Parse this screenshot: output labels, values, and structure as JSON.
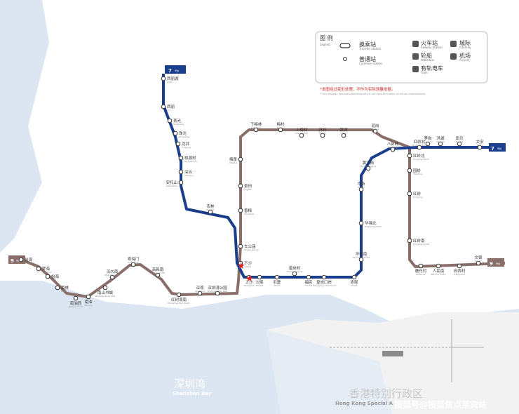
{
  "colors": {
    "line7": "#1a3e8c",
    "line9": "#8a6e6a",
    "sea": "#dbe6f2",
    "land_hk": "#f2f2f2",
    "star": "#e02020",
    "note": "#cc2222"
  },
  "legend": {
    "title": "图 例",
    "title_en": "Legend",
    "interchange": "换乘站",
    "interchange_en": "Transfer station",
    "normal": "普通站",
    "normal_en": "Common station",
    "railway": "火车站",
    "railway_en": "Railway Station",
    "ferry": "轮船",
    "ferry_en": "Waterbus",
    "tram": "有轨电车",
    "tram_en": "Tram",
    "intercity": "城际",
    "intercity_en": "Intercity",
    "airport": "机场",
    "airport_en": "Airport"
  },
  "note": {
    "cn": "*本图经过变形处理，不作为实际测量依据。",
    "en": "* This diagram has been deformed and is not used as a basis for actual measurement"
  },
  "line_badges": {
    "line7_label": "7",
    "line7_suffix": "号线",
    "line9_label": "9",
    "line9_suffix": "号线"
  },
  "regions": {
    "shenzhen_bay_cn": "深圳湾",
    "shenzhen_bay_en": "Shenzhen Bay",
    "hk_cn": "香港特别行政区",
    "hk_en": "Hong Kong Special A"
  },
  "watermark": "搜狐号@搜狐焦点莱宾站",
  "stations_line7": [
    {
      "cn": "西丽湖",
      "en": "Xilihu"
    },
    {
      "cn": "西丽",
      "en": "Xili"
    },
    {
      "cn": "茶光",
      "en": "Chaguang"
    },
    {
      "cn": "珠光",
      "en": "Zhuguang"
    },
    {
      "cn": "龙井",
      "en": "Longjing"
    },
    {
      "cn": "桃源村",
      "en": "Taoyuancun"
    },
    {
      "cn": "深云",
      "en": "Shenyun"
    },
    {
      "cn": "安托山",
      "en": "Antuoshan"
    },
    {
      "cn": "农林",
      "en": "Nonglin"
    },
    {
      "cn": "车公庙",
      "en": "Chegongmiao"
    },
    {
      "cn": "上沙",
      "en": "Shangsha"
    },
    {
      "cn": "沙尾",
      "en": "Shawei"
    },
    {
      "cn": "石厦",
      "en": "Shixia"
    },
    {
      "cn": "皇岗村",
      "en": "Huanggangcun"
    },
    {
      "cn": "福民",
      "en": "Fumin"
    },
    {
      "cn": "皇岗口岸",
      "en": "Huanggang Checkpoint"
    },
    {
      "cn": "赤尾",
      "en": "Chiwei"
    },
    {
      "cn": "华强南",
      "en": "Huaqiang South"
    },
    {
      "cn": "华强北",
      "en": "Huaqiang North"
    },
    {
      "cn": "华新",
      "en": "Huaxin"
    },
    {
      "cn": "黄木岗",
      "en": "Huangmugang"
    },
    {
      "cn": "八卦岭",
      "en": "Bagualing"
    },
    {
      "cn": "红岭北",
      "en": "Hongling North"
    },
    {
      "cn": "笋岗",
      "en": "Sungang"
    },
    {
      "cn": "洪湖",
      "en": "Honghu"
    },
    {
      "cn": "田贝",
      "en": "Tianbei"
    },
    {
      "cn": "太安",
      "en": "Tai'an"
    }
  ],
  "stations_line9": [
    {
      "cn": "前湾",
      "en": "Qianwan"
    },
    {
      "cn": "梦海",
      "en": "Menghai"
    },
    {
      "cn": "怡海",
      "en": "Yihai"
    },
    {
      "cn": "荔林",
      "en": "Lilin"
    },
    {
      "cn": "南油西",
      "en": "Nanyou West"
    },
    {
      "cn": "南油",
      "en": "Nanyou"
    },
    {
      "cn": "南山书城",
      "en": "Nanshan Book Mall"
    },
    {
      "cn": "深大南",
      "en": "Shenda South"
    },
    {
      "cn": "粤海门",
      "en": "Yuehaimen"
    },
    {
      "cn": "高新南",
      "en": "Gaoxin South"
    },
    {
      "cn": "红树湾南",
      "en": "Mangrove Bay South"
    },
    {
      "cn": "深湾",
      "en": "Shenwan"
    },
    {
      "cn": "深圳湾公园",
      "en": "Shenzhen Bay Park"
    },
    {
      "cn": "下沙",
      "en": "Xiasha"
    },
    {
      "cn": "香梅",
      "en": "Xiangmei"
    },
    {
      "cn": "景田",
      "en": "Jingtian"
    },
    {
      "cn": "梅景",
      "en": "Meijing"
    },
    {
      "cn": "下梅林",
      "en": "Xiameilin"
    },
    {
      "cn": "梅村",
      "en": "Meicun"
    },
    {
      "cn": "上梅林",
      "en": "Shangmeilin"
    },
    {
      "cn": "孖岭",
      "en": "Maling"
    },
    {
      "cn": "银湖",
      "en": "Yinhu"
    },
    {
      "cn": "泥岗",
      "en": "Nigang"
    },
    {
      "cn": "红岭北",
      "en": "Hongling North"
    },
    {
      "cn": "园岭",
      "en": "Yuanling"
    },
    {
      "cn": "红岭",
      "en": "Hongling"
    },
    {
      "cn": "红岭南",
      "en": "Hongling South"
    },
    {
      "cn": "鹿丹村",
      "en": "Ludancun"
    },
    {
      "cn": "人民南",
      "en": "Renmin South"
    },
    {
      "cn": "向西村",
      "en": "Xiangxicun"
    },
    {
      "cn": "文锦",
      "en": "Wenjin"
    }
  ]
}
